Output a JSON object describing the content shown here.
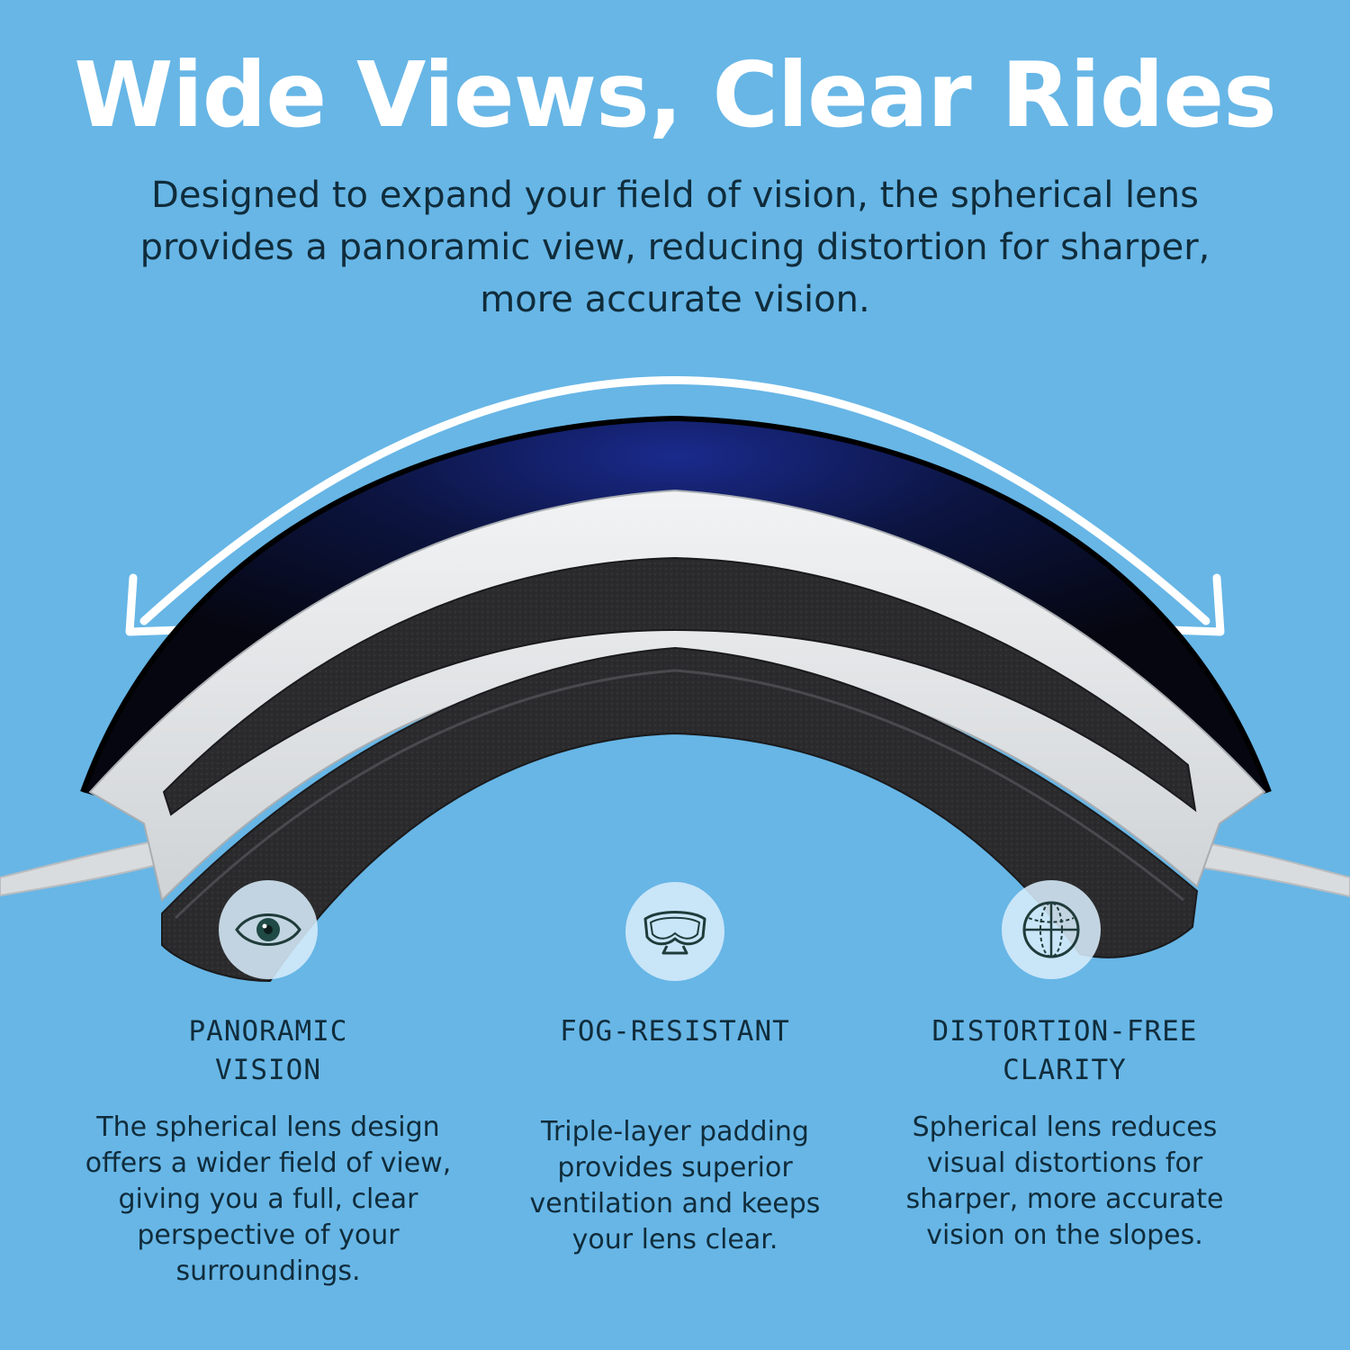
{
  "headline": "Wide Views, Clear Rides",
  "subheadline": "Designed to expand your field of vision, the spherical lens provides a panoramic view, reducing distortion for sharper, more accurate vision.",
  "features": [
    {
      "icon": "eye-icon",
      "title": "PANORAMIC\nVISION",
      "text": "The spherical lens design offers a wider field of view, giving you a full, clear perspective of your surroundings."
    },
    {
      "icon": "goggles-icon",
      "title": "FOG-RESISTANT",
      "text": "Triple-layer padding provides superior ventilation and keeps your lens clear."
    },
    {
      "icon": "globe-icon",
      "title": "DISTORTION-FREE\nCLARITY",
      "text": "Spherical lens reduces visual distortions for sharper, more accurate vision on the slopes."
    }
  ],
  "colors": {
    "background": "#67b6e6",
    "headline": "#ffffff",
    "body_text": "#102c3b",
    "lens": "#0b0f2e",
    "frame": "#e6e8ea",
    "foam": "#2a2a2c"
  }
}
